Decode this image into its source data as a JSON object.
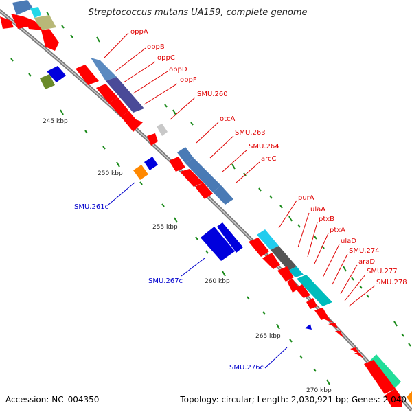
{
  "title": "Streptococcus mutans UA159, complete genome",
  "footer": {
    "accession": "Accession: NC_004350",
    "summary": "Topology: circular; Length: 2,030,921 bp; Genes: 2,040"
  },
  "colors": {
    "forward_gene": "#ff0000",
    "reverse_gene": "#0000dd",
    "forward_label": "#e00000",
    "reverse_label": "#0000cc",
    "backbone": "#7a7a7a",
    "tick": "#1a8a1a"
  },
  "kbp_labels": [
    "245 kbp",
    "250 kbp",
    "255 kbp",
    "260 kbp",
    "265 kbp",
    "270 kbp"
  ],
  "forward_labels": [
    "oppA",
    "oppB",
    "oppC",
    "oppD",
    "oppF",
    "SMU.260",
    "otcA",
    "SMU.263",
    "SMU.264",
    "arcC",
    "purA",
    "ulaA",
    "ptxB",
    "ptxA",
    "ulaD",
    "SMU.274",
    "araD",
    "SMU.277",
    "SMU.278"
  ],
  "reverse_labels": [
    "SMU.261c",
    "SMU.267c",
    "SMU.276c"
  ]
}
